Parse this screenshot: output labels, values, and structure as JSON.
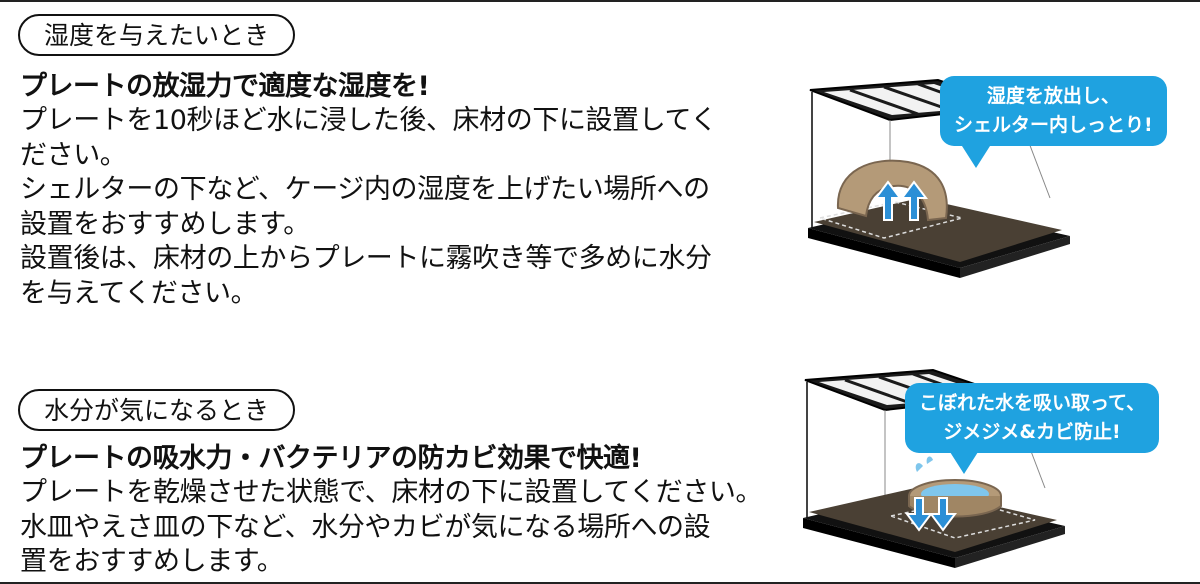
{
  "section_humidity": {
    "tag": "湿度を与えたいとき",
    "heading": "プレートの放湿力で適度な湿度を!",
    "lines": [
      "プレートを10秒ほど水に浸した後、床材の下に設置してく",
      "ださい。",
      "シェルターの下など、ケージ内の湿度を上げたい場所への",
      "設置をおすすめします。",
      "設置後は、床材の上からプレートに霧吹き等で多めに水分",
      "を与えてください。"
    ],
    "bubble": [
      "湿度を放出し、",
      "シェルター内しっとり!"
    ]
  },
  "section_moisture": {
    "tag": "水分が気になるとき",
    "heading": "プレートの吸水力・バクテリアの防カビ効果で快適!",
    "lines": [
      "プレートを乾燥させた状態で、床材の下に設置してください。",
      "水皿やえさ皿の下など、水分やカビが気になる場所への設",
      "置をおすすめします。"
    ],
    "bubble": [
      "こぼれた水を吸い取って、",
      "ジメジメ&カビ防止!"
    ]
  },
  "colors": {
    "bubble": "#1fa2e0",
    "substrate": "#4a4034",
    "shelter": "#b49a78",
    "water": "#7fc6ec",
    "arrow": "#2b8fd6"
  },
  "icons": [
    "terrarium-shelter-illustration",
    "terrarium-water-dish-illustration",
    "up-arrow-icon",
    "down-arrow-icon"
  ]
}
